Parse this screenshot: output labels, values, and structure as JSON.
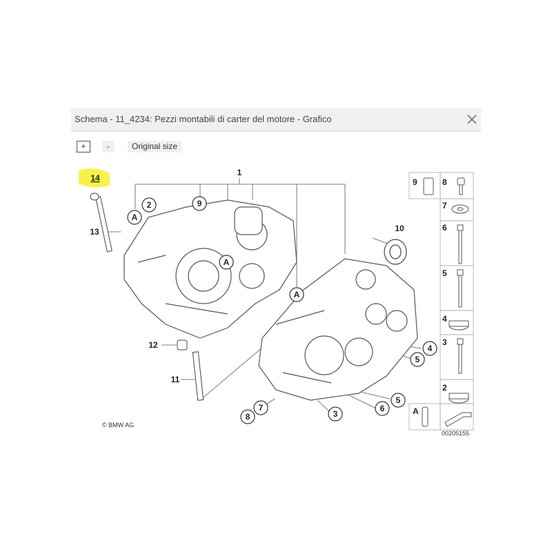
{
  "window": {
    "title": "Schema - 11_4234: Pezzi montabili di carter del motore - Grafico",
    "close_icon": "close-icon"
  },
  "toolbar": {
    "zoom_in_label": "+",
    "zoom_out_label": "-",
    "original_size_label": "Original size"
  },
  "diagram": {
    "copyright": "© BMW AG",
    "image_number": "00205155",
    "highlight_color": "#f7f24a",
    "callouts": {
      "c1": "1",
      "c2": "2",
      "c3": "3",
      "c4": "4",
      "c5a": "5",
      "c5b": "5",
      "c6": "6",
      "c7": "7",
      "c8": "8",
      "c9": "9",
      "c10": "10",
      "c11": "11",
      "c12": "12",
      "c13": "13",
      "c14": "14",
      "ca1": "A",
      "ca2": "A",
      "ca3": "A"
    },
    "legend": [
      {
        "number": "9"
      },
      {
        "number": "8"
      },
      {
        "number": "7"
      },
      {
        "number": "6"
      },
      {
        "number": "5"
      },
      {
        "number": "4"
      },
      {
        "number": "3"
      },
      {
        "number": "2"
      },
      {
        "number": "A"
      }
    ]
  }
}
